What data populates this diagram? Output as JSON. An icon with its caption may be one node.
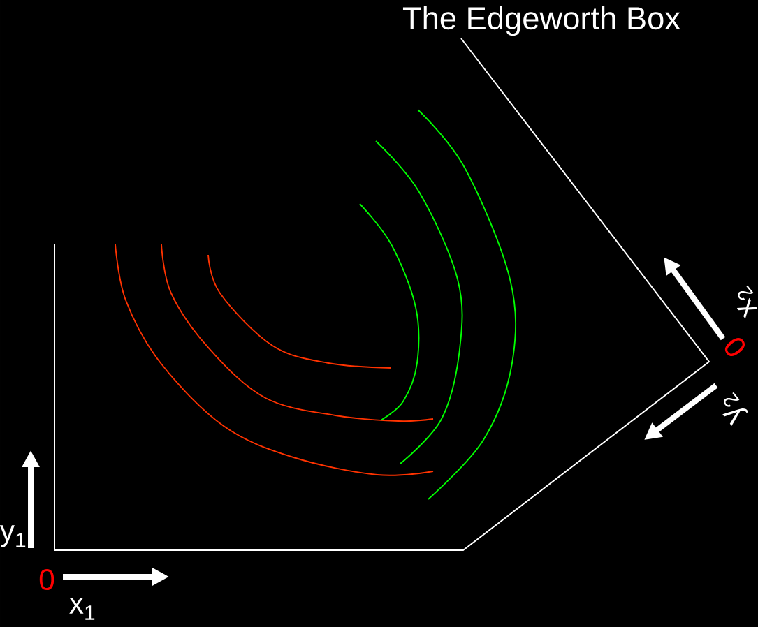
{
  "diagram": {
    "title": "The Edgeworth Box",
    "labels": [
      "x$_{2}$",
      "0",
      "y$_{2}$",
      "y$_{1}$",
      "0",
      "x$_{1}$"
    ]
  }
}
